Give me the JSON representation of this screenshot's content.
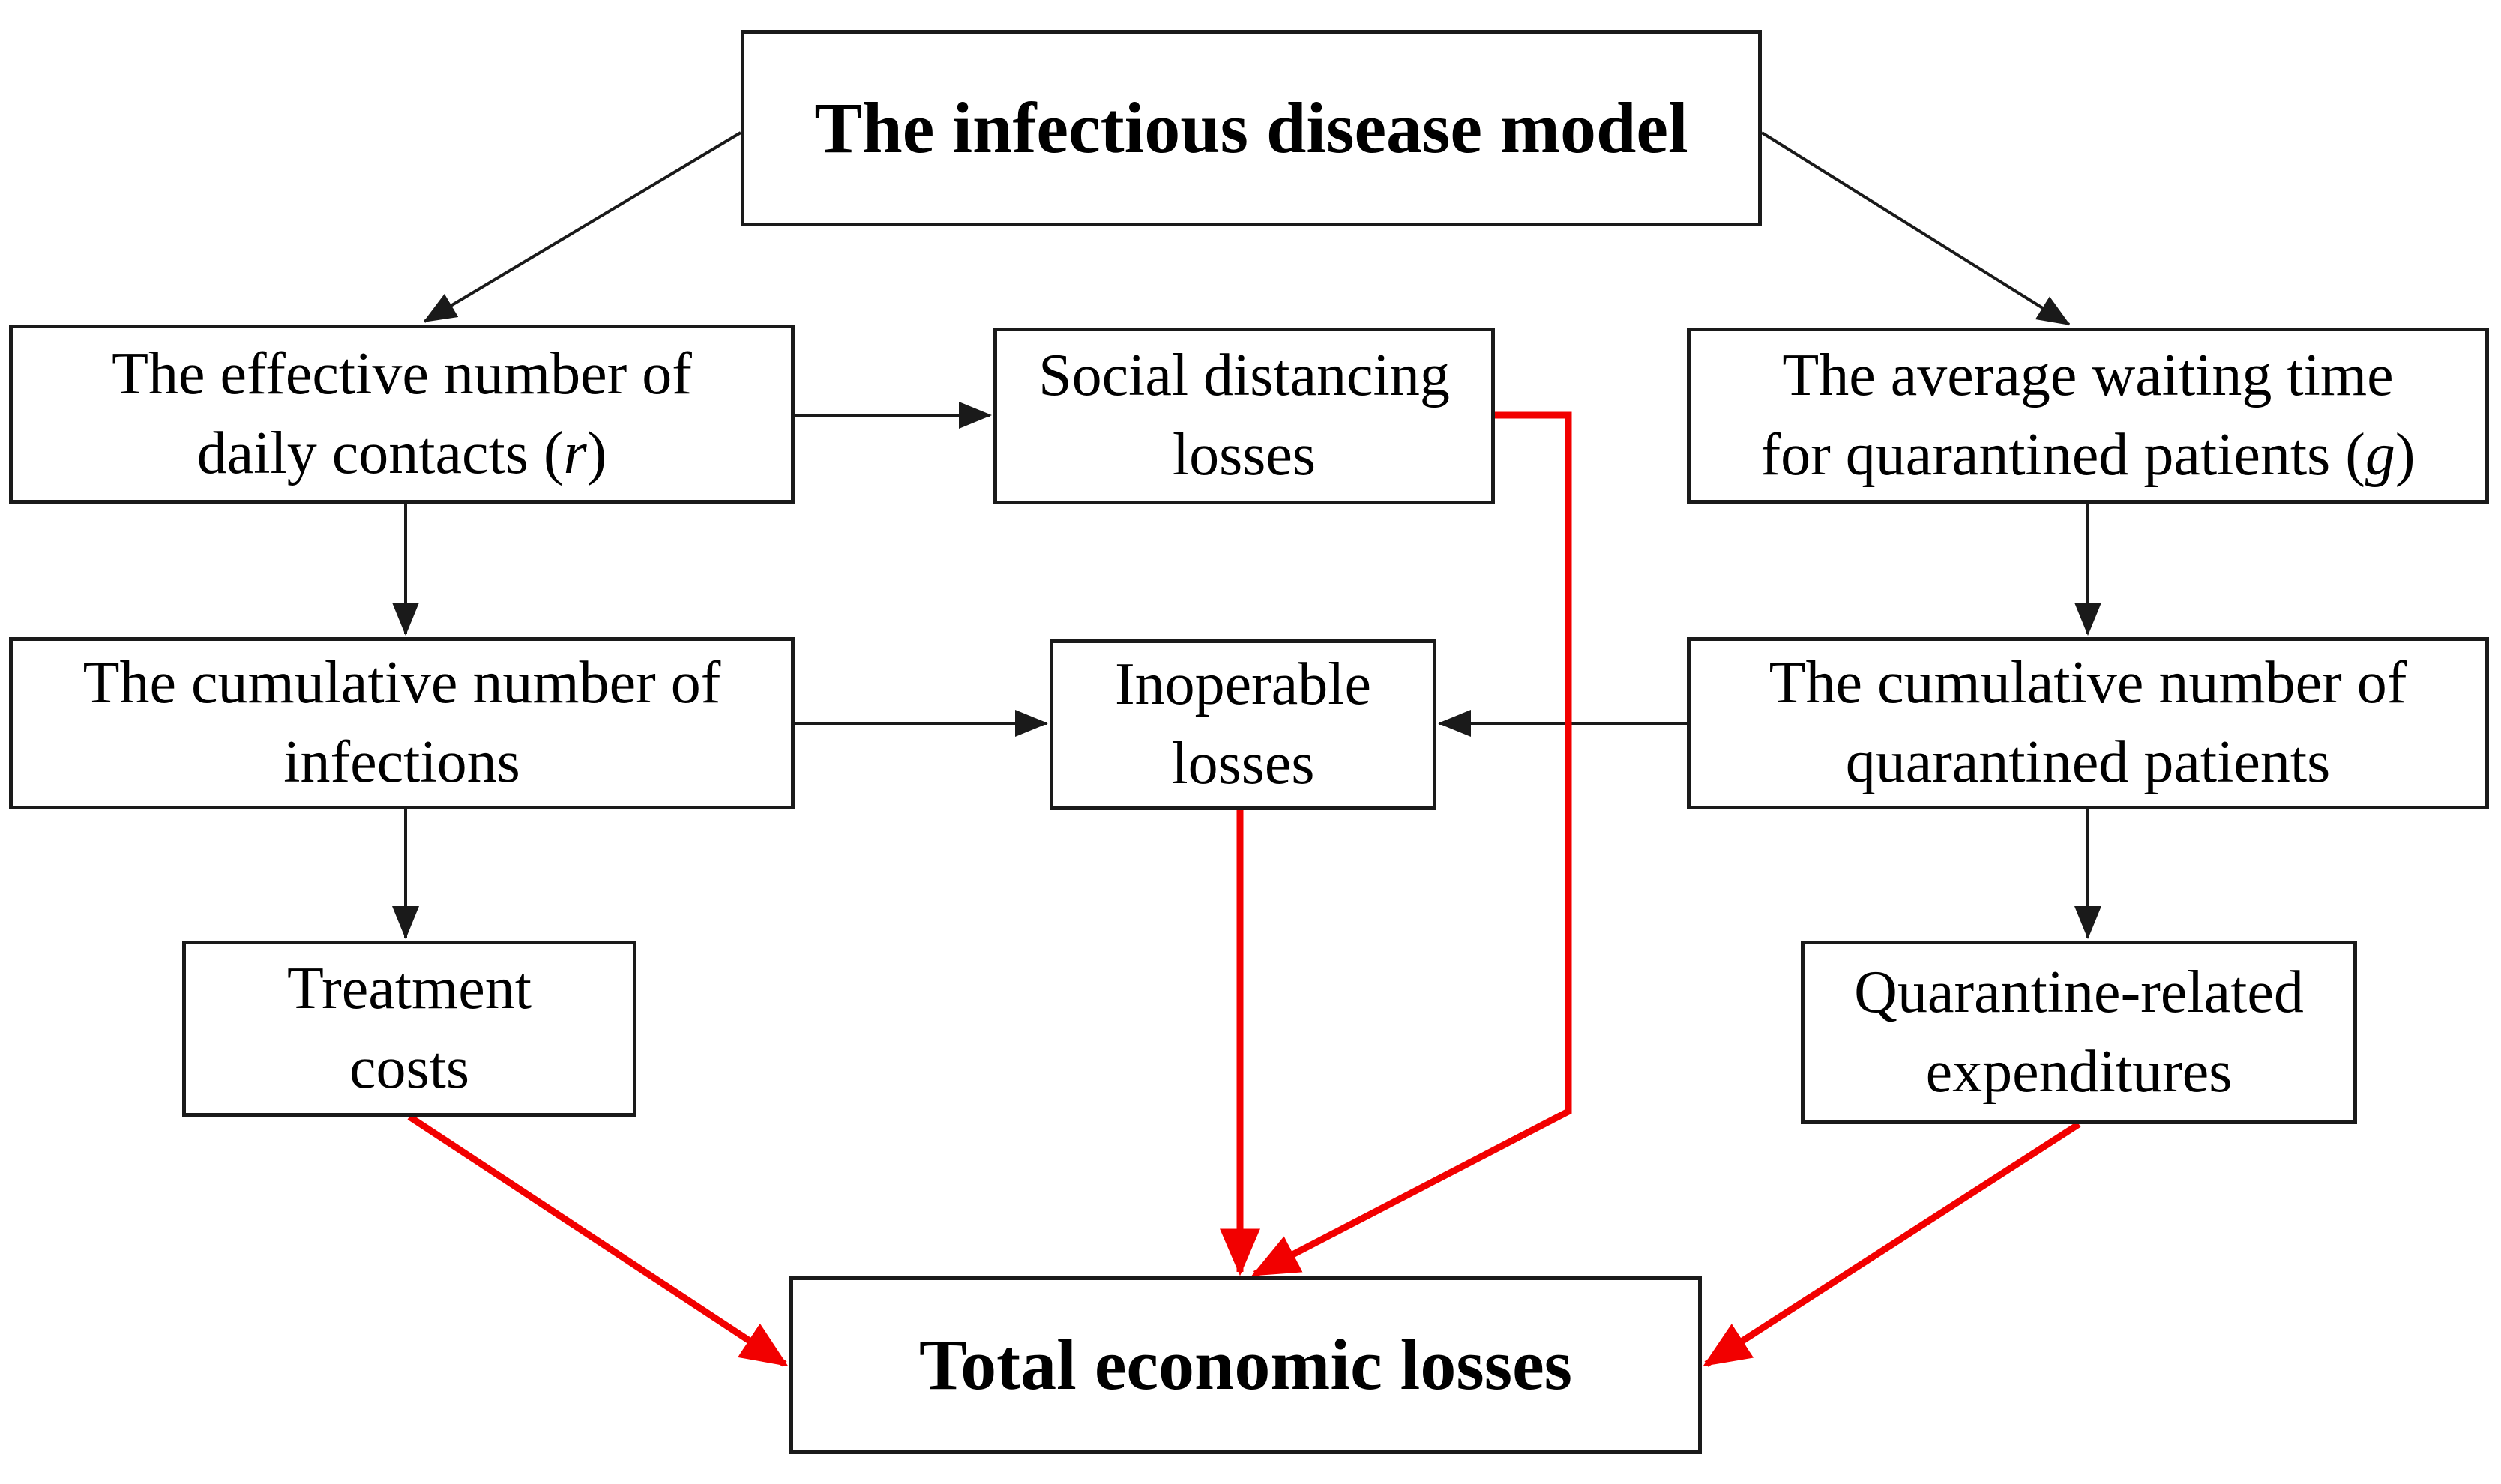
{
  "diagram": {
    "title": "The infectious disease model",
    "colors": {
      "bg": "#ffffff",
      "text_color": "#000000",
      "box_border": "#1a1a1a",
      "black_arrow": "#1a1a1a",
      "red_arrow": "#f20000"
    },
    "nodes": {
      "model": {
        "label": "The infectious disease model"
      },
      "effective_contacts": {
        "line1": "The effective number of",
        "line2_pre": "daily contacts (",
        "line2_var": "r",
        "line2_post": ")"
      },
      "social_distancing": {
        "line1": "Social distancing",
        "line2": "losses"
      },
      "waiting_time": {
        "line1": "The average waiting time",
        "line2_pre": "for quarantined patients (",
        "line2_var": "g",
        "line2_post": ")"
      },
      "cumulative_infections": {
        "line1": "The cumulative number of",
        "line2": "infections"
      },
      "inoperable_losses": {
        "line1": "Inoperable",
        "line2": "losses"
      },
      "cumulative_quarantined": {
        "line1": "The cumulative number of",
        "line2": "quarantined patients"
      },
      "treatment_costs": {
        "line1": "Treatment",
        "line2": "costs"
      },
      "quarantine_expenditures": {
        "line1": "Quarantine-related",
        "line2": "expenditures"
      },
      "total_losses": {
        "label": "Total economic losses"
      }
    },
    "edges": [
      {
        "from": "model",
        "to": "effective_contacts",
        "color": "black"
      },
      {
        "from": "model",
        "to": "waiting_time",
        "color": "black"
      },
      {
        "from": "effective_contacts",
        "to": "social_distancing",
        "color": "black"
      },
      {
        "from": "effective_contacts",
        "to": "cumulative_infections",
        "color": "black"
      },
      {
        "from": "waiting_time",
        "to": "cumulative_quarantined",
        "color": "black"
      },
      {
        "from": "cumulative_infections",
        "to": "inoperable_losses",
        "color": "black"
      },
      {
        "from": "cumulative_quarantined",
        "to": "inoperable_losses",
        "color": "black"
      },
      {
        "from": "cumulative_infections",
        "to": "treatment_costs",
        "color": "black"
      },
      {
        "from": "cumulative_quarantined",
        "to": "quarantine_expenditures",
        "color": "black"
      },
      {
        "from": "social_distancing",
        "to": "total_losses",
        "color": "red"
      },
      {
        "from": "inoperable_losses",
        "to": "total_losses",
        "color": "red"
      },
      {
        "from": "treatment_costs",
        "to": "total_losses",
        "color": "red"
      },
      {
        "from": "quarantine_expenditures",
        "to": "total_losses",
        "color": "red"
      }
    ]
  }
}
